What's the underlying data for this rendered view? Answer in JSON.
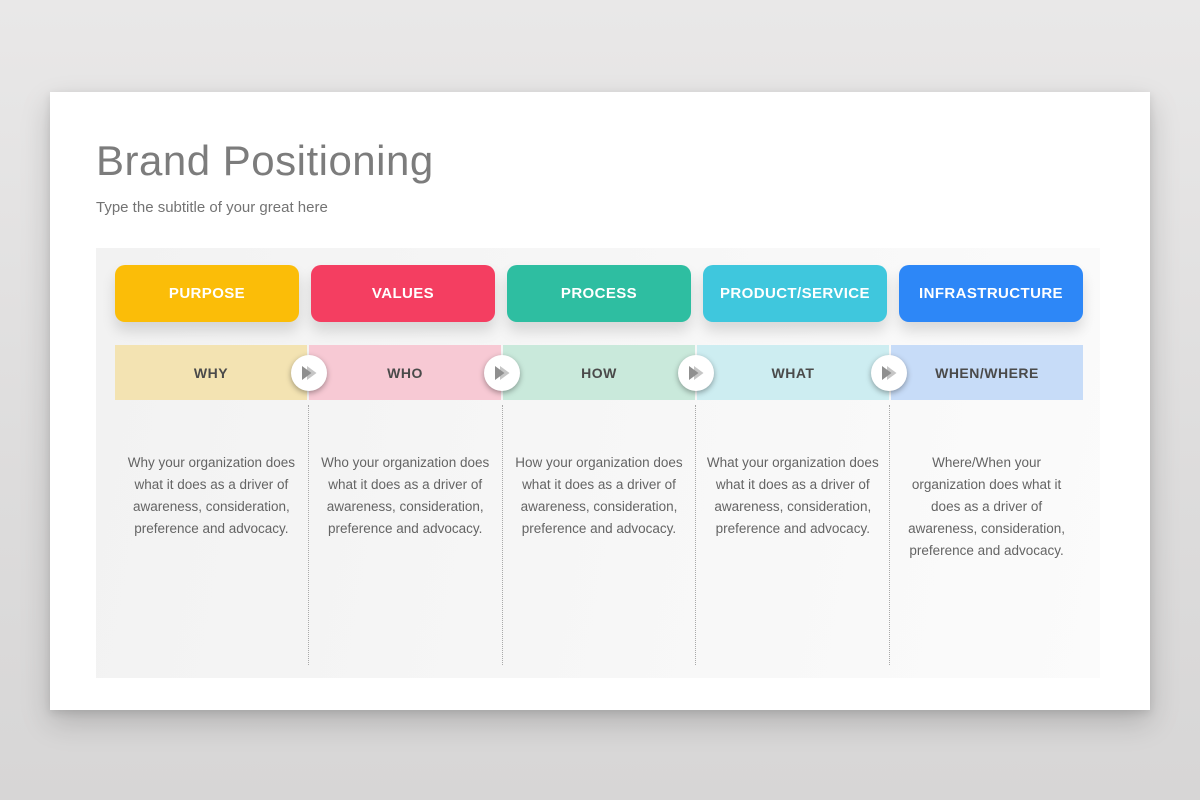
{
  "slide": {
    "title": "Brand Positioning",
    "subtitle": "Type the subtitle of your great here"
  },
  "diagram": {
    "stages": [
      {
        "label": "PURPOSE",
        "question": "WHY",
        "description": "Why your organization does what it does as a driver of awareness, consideration, preference and advocacy.",
        "pill_color": "#FBBD08",
        "band_color": "#F3E3B2"
      },
      {
        "label": "VALUES",
        "question": "WHO",
        "description": "Who your organization does what it does as a driver of awareness, consideration, preference and advocacy.",
        "pill_color": "#F43E61",
        "band_color": "#F7C9D4"
      },
      {
        "label": "PROCESS",
        "question": "HOW",
        "description": "How your organization does what it does as a driver of awareness, consideration, preference and advocacy.",
        "pill_color": "#2EBEA1",
        "band_color": "#C9E9DB"
      },
      {
        "label": "PRODUCT/SERVICE",
        "question": "WHAT",
        "description": "What your organization does what it does as a driver of awareness, consideration, preference and advocacy.",
        "pill_color": "#3FC7DD",
        "band_color": "#CDEDF1"
      },
      {
        "label": "INFRASTRUCTURE",
        "question": "WHEN/WHERE",
        "description": "Where/When your organization does what it does as a driver of awareness, consideration, preference and advocacy.",
        "pill_color": "#2D87F7",
        "band_color": "#C7DCF8"
      }
    ],
    "arrow_icon_colors": {
      "front": "#8f8f8f",
      "back": "#c6c6c6"
    }
  }
}
